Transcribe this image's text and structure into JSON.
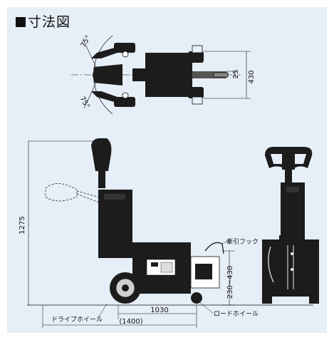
{
  "header": {
    "title": "寸法図"
  },
  "top_view": {
    "angle_upper": "75°",
    "angle_lower": "75°",
    "dim_offset": "25",
    "dim_width": "430"
  },
  "side_view": {
    "dim_height": "1275",
    "dim_hook_height": "230~430",
    "dim_body_length": "1030",
    "dim_total_length": "(1400)",
    "label_tow_hook": "牽引フック",
    "label_drive_wheel": "ドライブホイール",
    "label_load_wheel": "ロードホイール"
  },
  "colors": {
    "panel": "#e6eef8",
    "body": "#1c1c1c",
    "line": "#111111"
  }
}
